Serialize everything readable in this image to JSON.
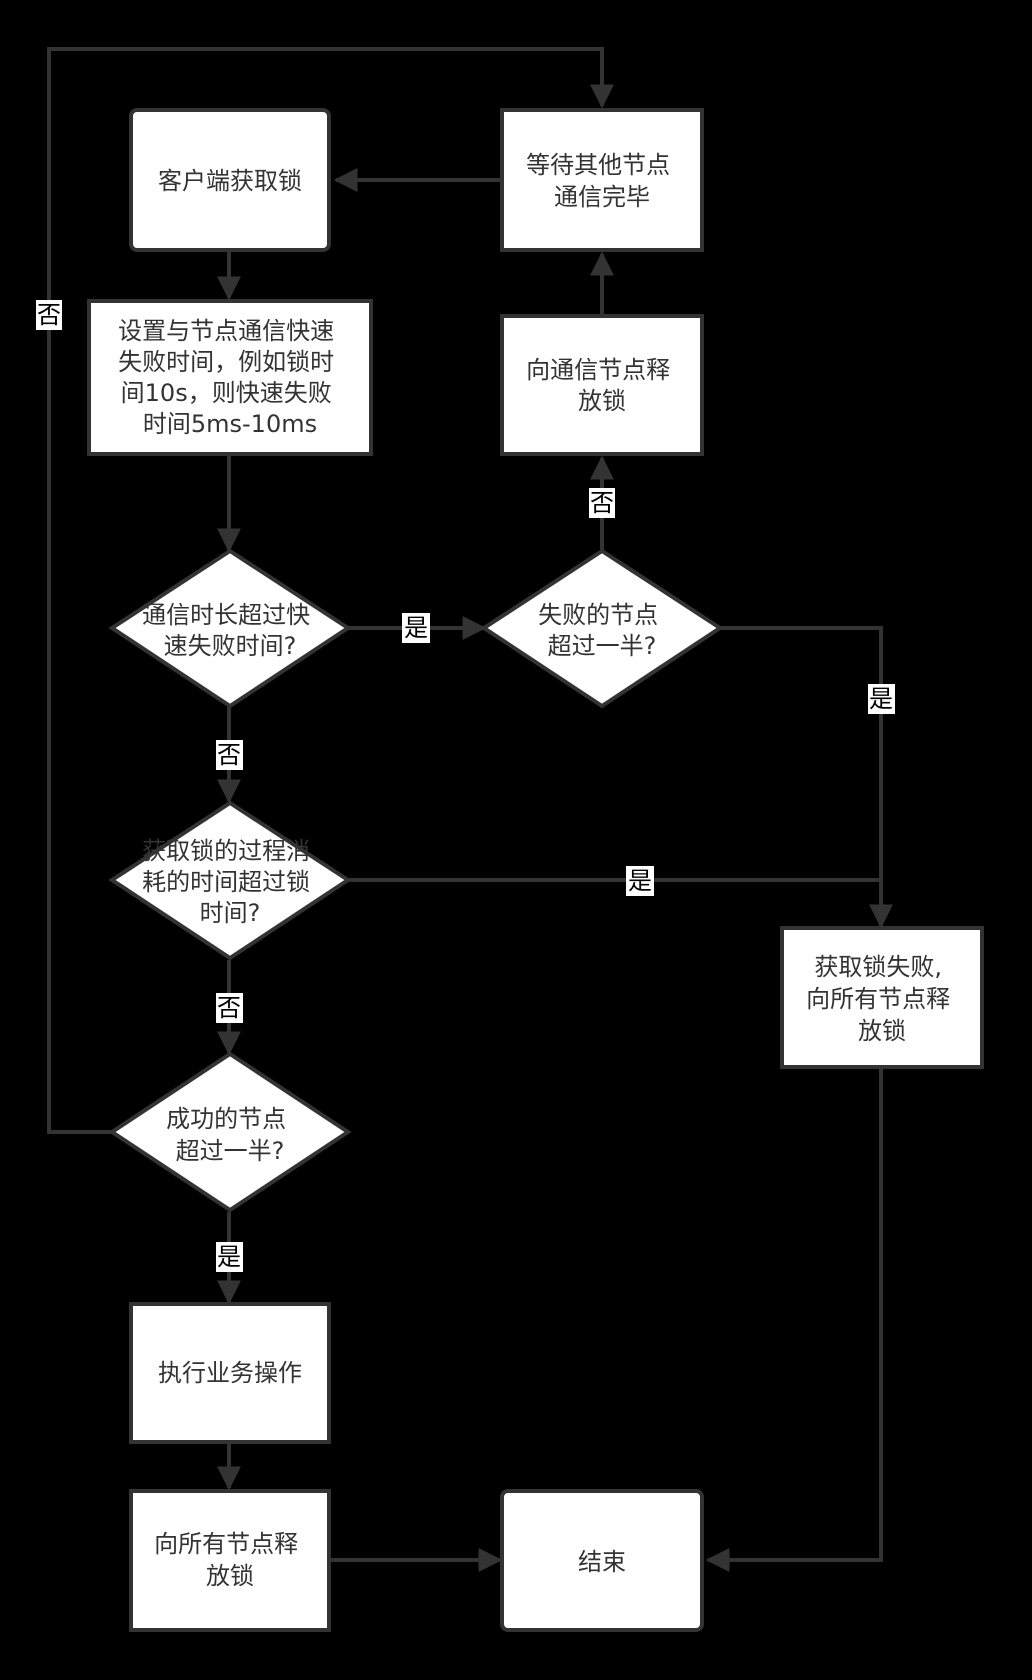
{
  "nodes": {
    "client_acquire_lock": [
      "客户端获取锁"
    ],
    "set_fast_fail": [
      "设置与节点通信快速",
      "失败时间，例如锁时",
      "间10s，则快速失败",
      "时间5ms-10ms"
    ],
    "decision_timeout": [
      "通信时长超过快",
      "速失败时间?"
    ],
    "decision_elapsed": [
      "获取锁的过程消",
      "耗的时间超过锁",
      "时间?"
    ],
    "decision_success": [
      "成功的节点",
      "超过一半?"
    ],
    "execute_business": [
      "执行业务操作"
    ],
    "release_all_left": [
      "向所有节点释",
      "放锁"
    ],
    "end": [
      "结束"
    ],
    "wait_others": [
      "等待其他节点",
      "通信完毕"
    ],
    "release_communicating": [
      "向通信节点释",
      "放锁"
    ],
    "decision_failed": [
      "失败的节点",
      "超过一半?"
    ],
    "acquire_failed": [
      "获取锁失败,",
      "向所有节点释",
      "放锁"
    ]
  },
  "edge_labels": {
    "yes": "是",
    "no": "否"
  }
}
